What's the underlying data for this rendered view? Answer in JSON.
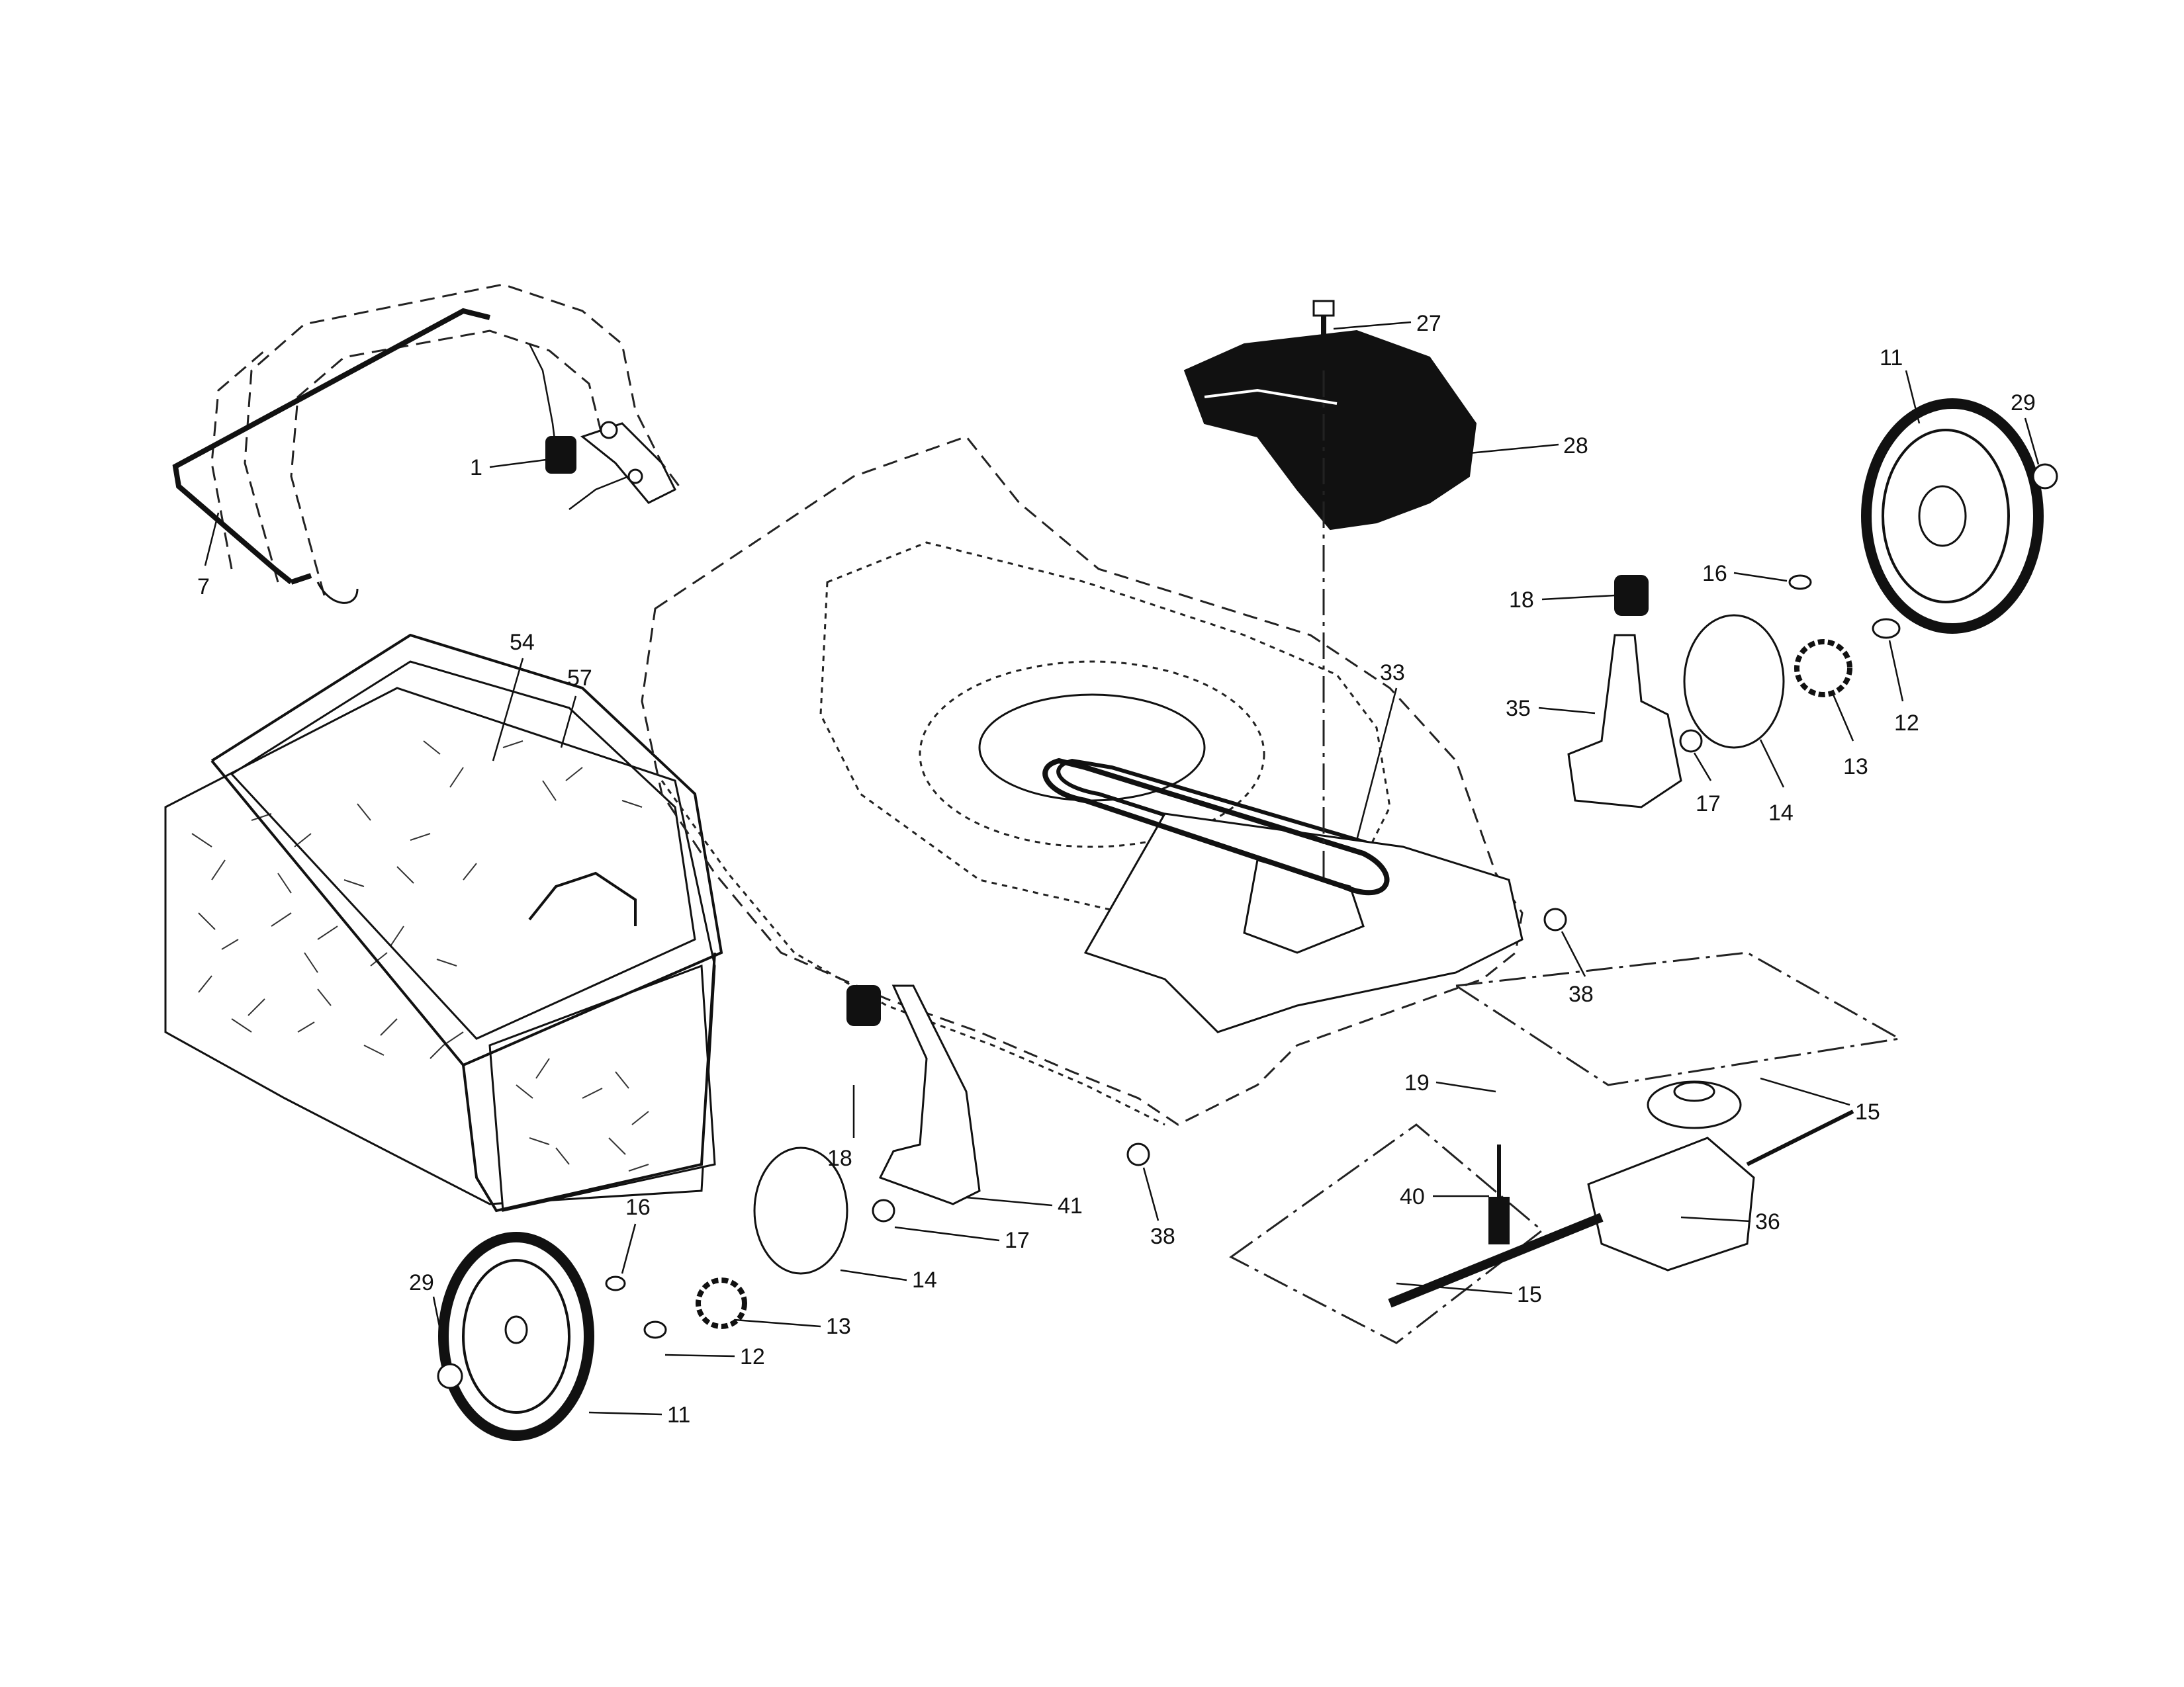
{
  "labels": {
    "p1": "1",
    "p7": "7",
    "p54": "54",
    "p57": "57",
    "p27": "27",
    "p28": "28",
    "p11a": "11",
    "p29a": "29",
    "p16a": "16",
    "p18a": "18",
    "p35": "35",
    "p33": "33",
    "p12a": "12",
    "p13a": "13",
    "p17a": "17",
    "p14a": "14",
    "p38a": "38",
    "p19": "19",
    "p15a": "15",
    "p18b": "18",
    "p41": "41",
    "p16b": "16",
    "p17b": "17",
    "p38b": "38",
    "p40": "40",
    "p36": "36",
    "p29b": "29",
    "p14b": "14",
    "p13b": "13",
    "p15b": "15",
    "p12b": "12",
    "p11b": "11"
  }
}
